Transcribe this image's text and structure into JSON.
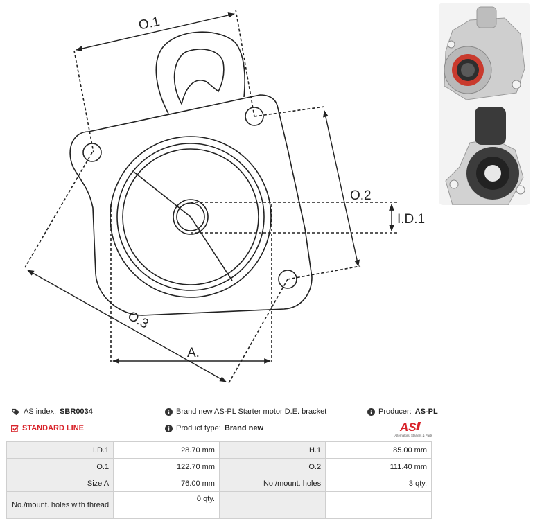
{
  "drawing": {
    "labels": {
      "o1": "O.1",
      "o2": "O.2",
      "o3": "O.3",
      "id1": "I.D.1",
      "a": "A."
    }
  },
  "info": {
    "as_index_label": "AS index:",
    "as_index_value": "SBR0034",
    "description": "Brand new AS-PL Starter motor D.E. bracket",
    "producer_label": "Producer:",
    "producer_value": "AS-PL",
    "line_label": "STANDARD LINE",
    "product_type_label": "Product type:",
    "product_type_value": "Brand new"
  },
  "logo": {
    "brand": "AS",
    "tagline": "Alternators, Starters & Parts"
  },
  "specs": [
    {
      "l1": "I.D.1",
      "v1": "28.70 mm",
      "l2": "H.1",
      "v2": "85.00 mm"
    },
    {
      "l1": "O.1",
      "v1": "122.70 mm",
      "l2": "O.2",
      "v2": "111.40 mm"
    },
    {
      "l1": "Size A",
      "v1": "76.00 mm",
      "l2": "No./mount. holes",
      "v2": "3 qty."
    },
    {
      "l1": "No./mount. holes with thread",
      "v1": "0 qty.",
      "l2": "",
      "v2": ""
    }
  ],
  "colors": {
    "accent_red": "#d8232a",
    "table_label_bg": "#ededed",
    "line": "#222222"
  }
}
